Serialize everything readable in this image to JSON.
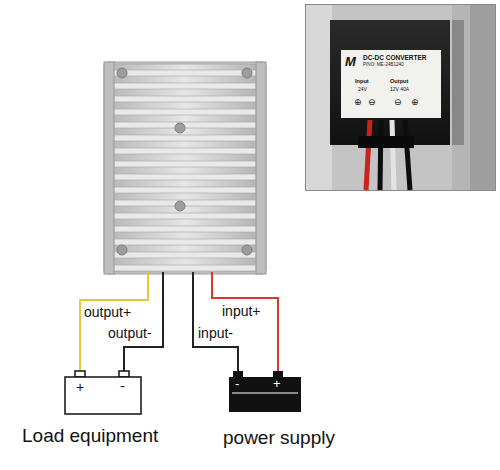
{
  "diagram": {
    "nodes": [
      {
        "text": [
          "M",
          "DC-DC CONVERTER",
          "P/NO: ME-24B1240",
          "Input",
          "24V",
          "Output",
          "12V 40A",
          "⊕",
          "⊖",
          "⊖",
          "⊕"
        ]
      },
      {
        "text": [
          "+",
          "-",
          "Load equipment"
        ]
      },
      {
        "text": [
          "-",
          "+",
          "power supply"
        ]
      }
    ],
    "labels": [
      "output+",
      "input+",
      "output-",
      "input-"
    ]
  }
}
